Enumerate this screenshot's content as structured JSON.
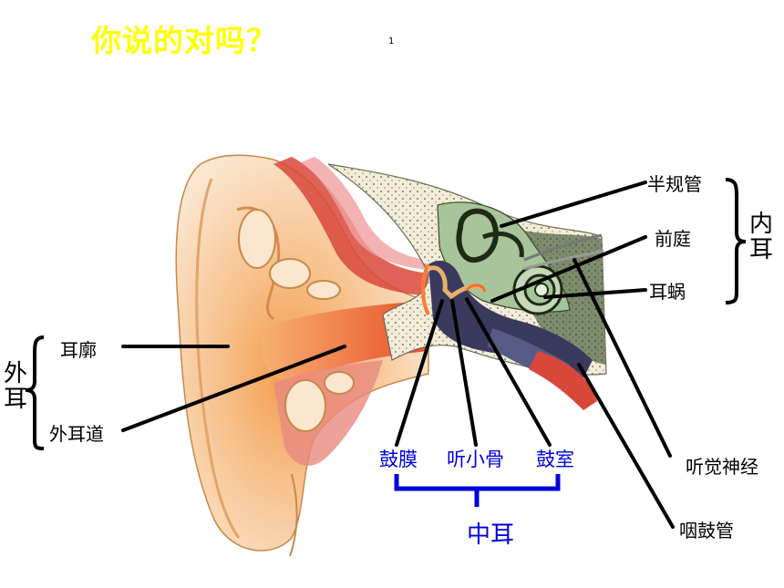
{
  "title": "你说的对吗？",
  "page_number": "1",
  "labels": {
    "semicircular_canals": "半规管",
    "vestibule": "前庭",
    "cochlea": "耳蜗",
    "inner_ear_line1": "内",
    "inner_ear_line2": "耳",
    "auricle": "耳廓",
    "external_canal": "外耳道",
    "outer_ear_line1": "外",
    "outer_ear_line2": "耳",
    "eardrum": "鼓膜",
    "ossicles": "听小骨",
    "tympanic_cavity": "鼓室",
    "middle_ear": "中耳",
    "auditory_nerve": "听觉神经",
    "eustachian_tube": "咽鼓管"
  },
  "colors": {
    "title": "#ffff00",
    "middle_ear_labels": "#0000dd"
  }
}
